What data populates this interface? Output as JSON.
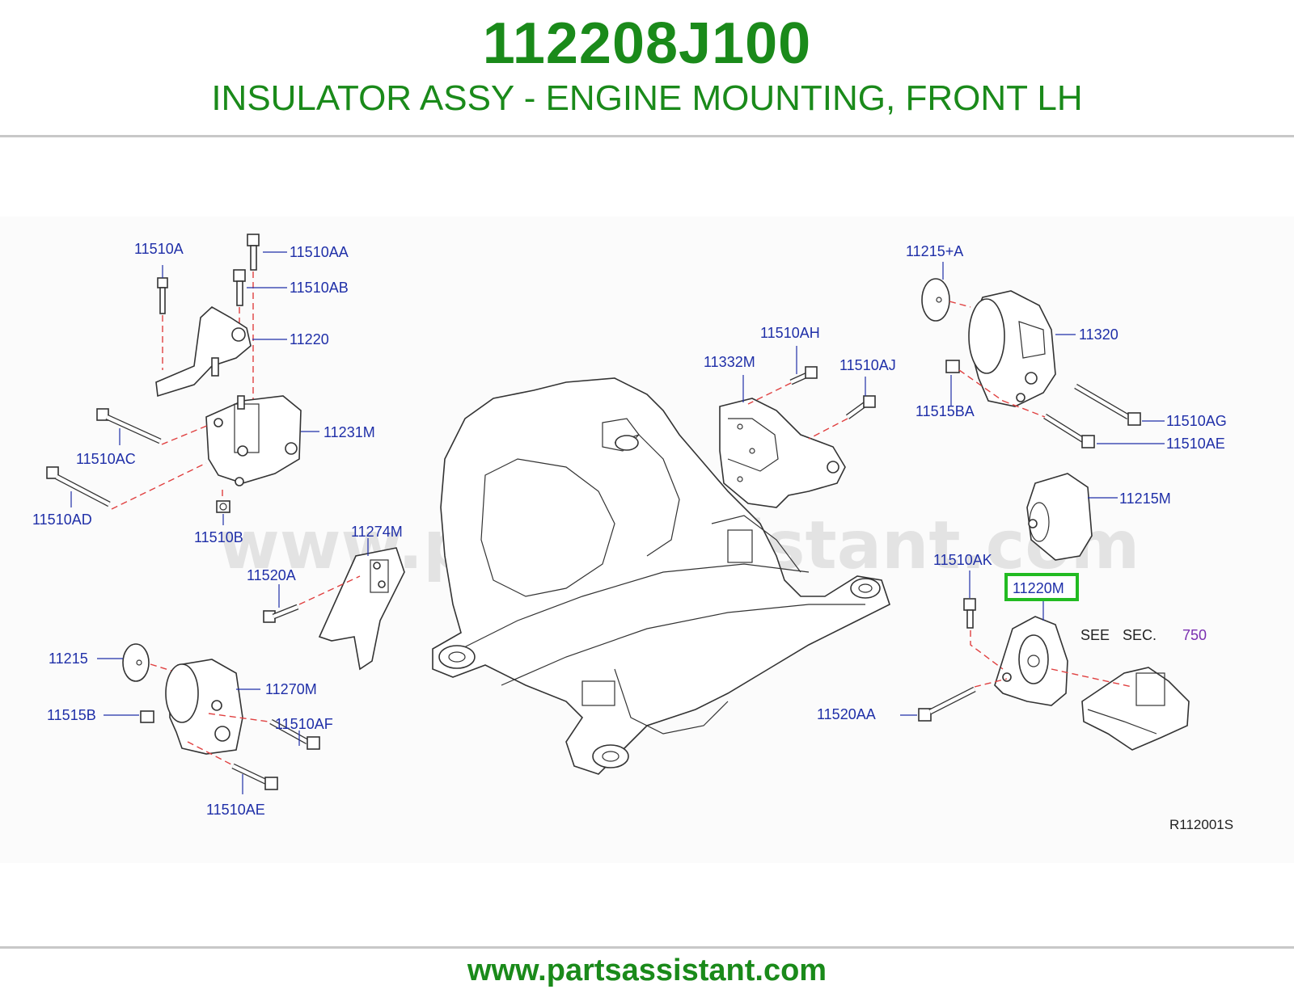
{
  "header": {
    "part_number": "112208J100",
    "description": "INSULATOR ASSY - ENGINE MOUNTING, FRONT LH"
  },
  "diagram": {
    "watermark": "www.partsassistant.com",
    "reference_code": "R112001S",
    "see_label": "SEE",
    "sec_label": "SEC.",
    "sec_number": "750",
    "highlighted_callout": "11220M",
    "highlight_color": "#22bb22",
    "callouts": {
      "c_11510A": "11510A",
      "c_11510AA": "11510AA",
      "c_11510AB": "11510AB",
      "c_11220": "11220",
      "c_11231M": "11231M",
      "c_11510AC": "11510AC",
      "c_11510AD": "11510AD",
      "c_11510B": "11510B",
      "c_11274M": "11274M",
      "c_11520A": "11520A",
      "c_11215": "11215",
      "c_11270M": "11270M",
      "c_11515B": "11515B",
      "c_11510AF": "11510AF",
      "c_11510AE_left": "11510AE",
      "c_11332M": "11332M",
      "c_11510AH": "11510AH",
      "c_11510AJ": "11510AJ",
      "c_11215A": "11215+A",
      "c_11320": "11320",
      "c_11515BA": "11515BA",
      "c_11510AG": "11510AG",
      "c_11510AE_right": "11510AE",
      "c_11215M": "11215M",
      "c_11510AK": "11510AK",
      "c_11220M": "11220M",
      "c_11520AA": "11520AA"
    }
  },
  "footer": {
    "url": "www.partsassistant.com"
  },
  "colors": {
    "brand_green": "#1a8a1a",
    "callout_blue": "#1f2fa8",
    "sec_purple": "#7a2fb0",
    "centerline_red": "#e04040"
  }
}
